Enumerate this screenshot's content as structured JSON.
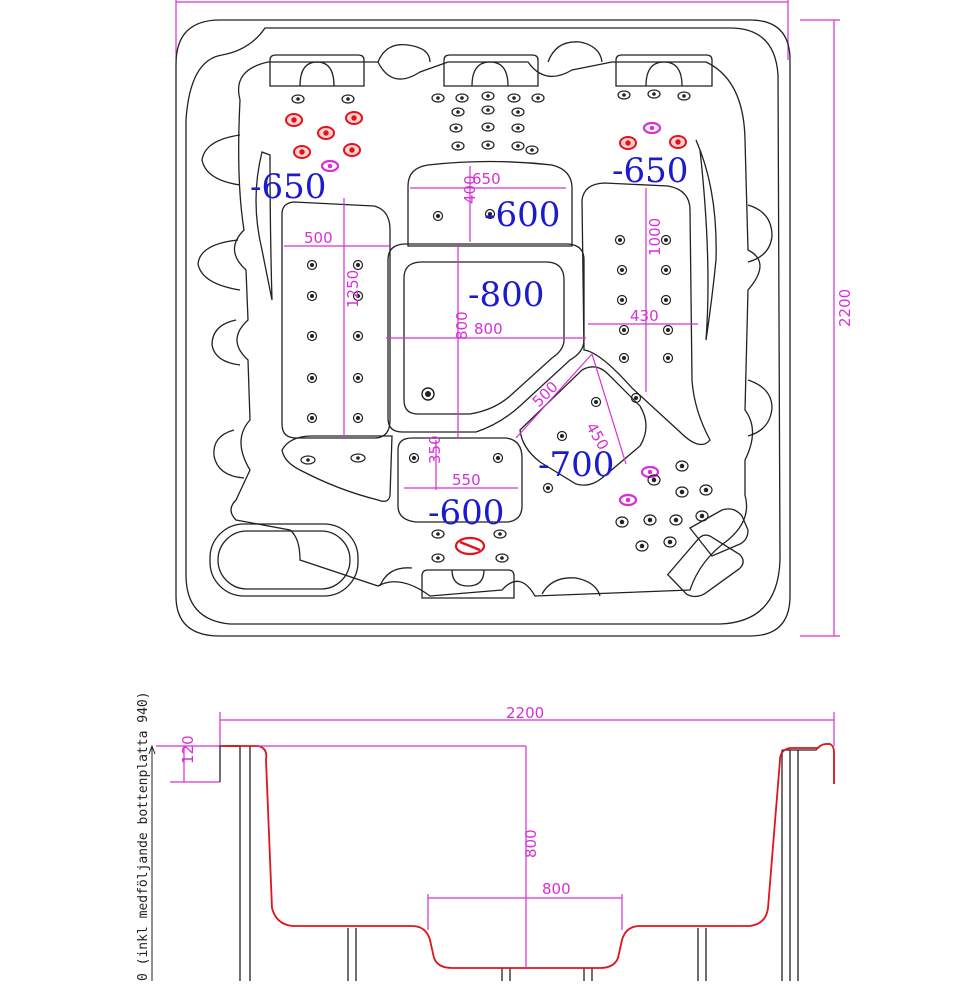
{
  "colors": {
    "outline": "#222222",
    "dimension": "#d630d6",
    "depth_label": "#1a1ad0",
    "red_jet": "#e0141a",
    "shell_section": "#e0141a"
  },
  "top_view": {
    "overall_height": "2200",
    "depths": {
      "left_lounger": "-650",
      "right_lounger": "-650",
      "top_seat": "-600",
      "center_footwell": "-800",
      "corner_seat": "-700",
      "bottom_seat": "-600"
    },
    "dimensions": {
      "top_seat_width": "650",
      "top_seat_depth": "400",
      "left_lounger_width": "500",
      "left_lounger_length": "1250",
      "footwell_width": "800",
      "footwell_height": "800",
      "right_lounger_length": "1000",
      "right_lounger_width": "430",
      "corner_seat_width": "500",
      "corner_seat_depth": "450",
      "bottom_seat_depth": "350",
      "bottom_seat_width": "550"
    }
  },
  "section_view": {
    "overall_width": "2200",
    "rim_height": "120",
    "seat_depth": "800",
    "footwell_width": "800",
    "height_note": "0 (inkl medföljande bottenplatta 940)"
  }
}
